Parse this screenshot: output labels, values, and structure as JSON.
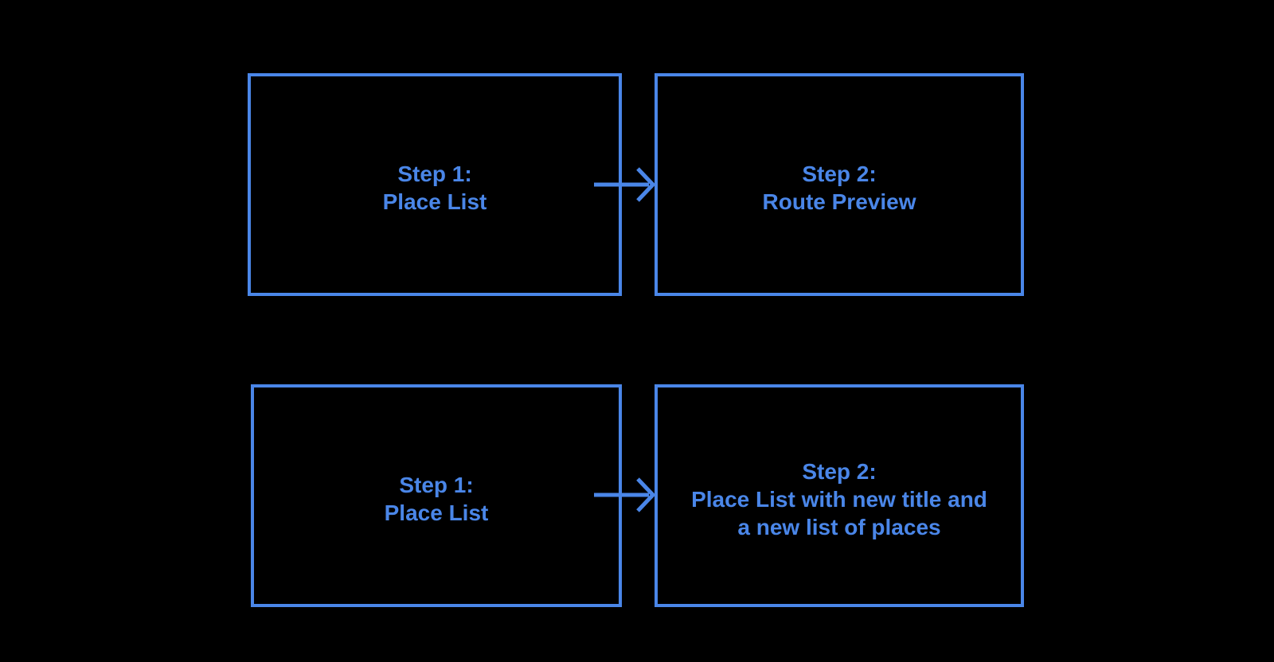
{
  "colors": {
    "background": "#000000",
    "accent": "#4A86E8"
  },
  "flows": [
    {
      "from": {
        "lines": [
          "Step 1:",
          "Place List"
        ]
      },
      "to": {
        "lines": [
          "Step 2:",
          "Route Preview"
        ]
      }
    },
    {
      "from": {
        "lines": [
          "Step 1:",
          "Place List"
        ]
      },
      "to": {
        "lines": [
          "Step 2:",
          "Place List with new title and",
          "a new list of places"
        ]
      }
    }
  ]
}
